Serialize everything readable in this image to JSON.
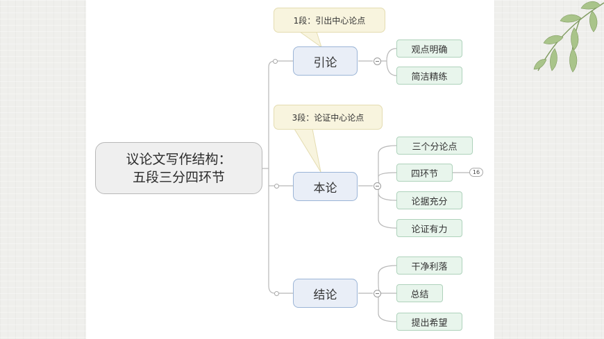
{
  "central": {
    "line1": "议论文写作结构：",
    "line2": "五段三分四环节"
  },
  "branches": [
    {
      "label": "引论",
      "callout": "1段：引出中心论点",
      "children": [
        "观点明确",
        "简洁精练"
      ]
    },
    {
      "label": "本论",
      "callout": "3段：论证中心论点",
      "children": [
        "三个分论点",
        "四环节",
        "论据充分",
        "论证有力"
      ],
      "badge": "16"
    },
    {
      "label": "结论",
      "children": [
        "干净利落",
        "总结",
        "提出希望"
      ]
    }
  ],
  "colors": {
    "main_fill": "#e9eef7",
    "main_border": "#9ab4d6",
    "leaf_fill": "#e8f5ec",
    "leaf_border": "#aed2bb",
    "callout_fill": "#f8f4de",
    "callout_border": "#e4dcb0",
    "connector": "#b8b8b8"
  }
}
